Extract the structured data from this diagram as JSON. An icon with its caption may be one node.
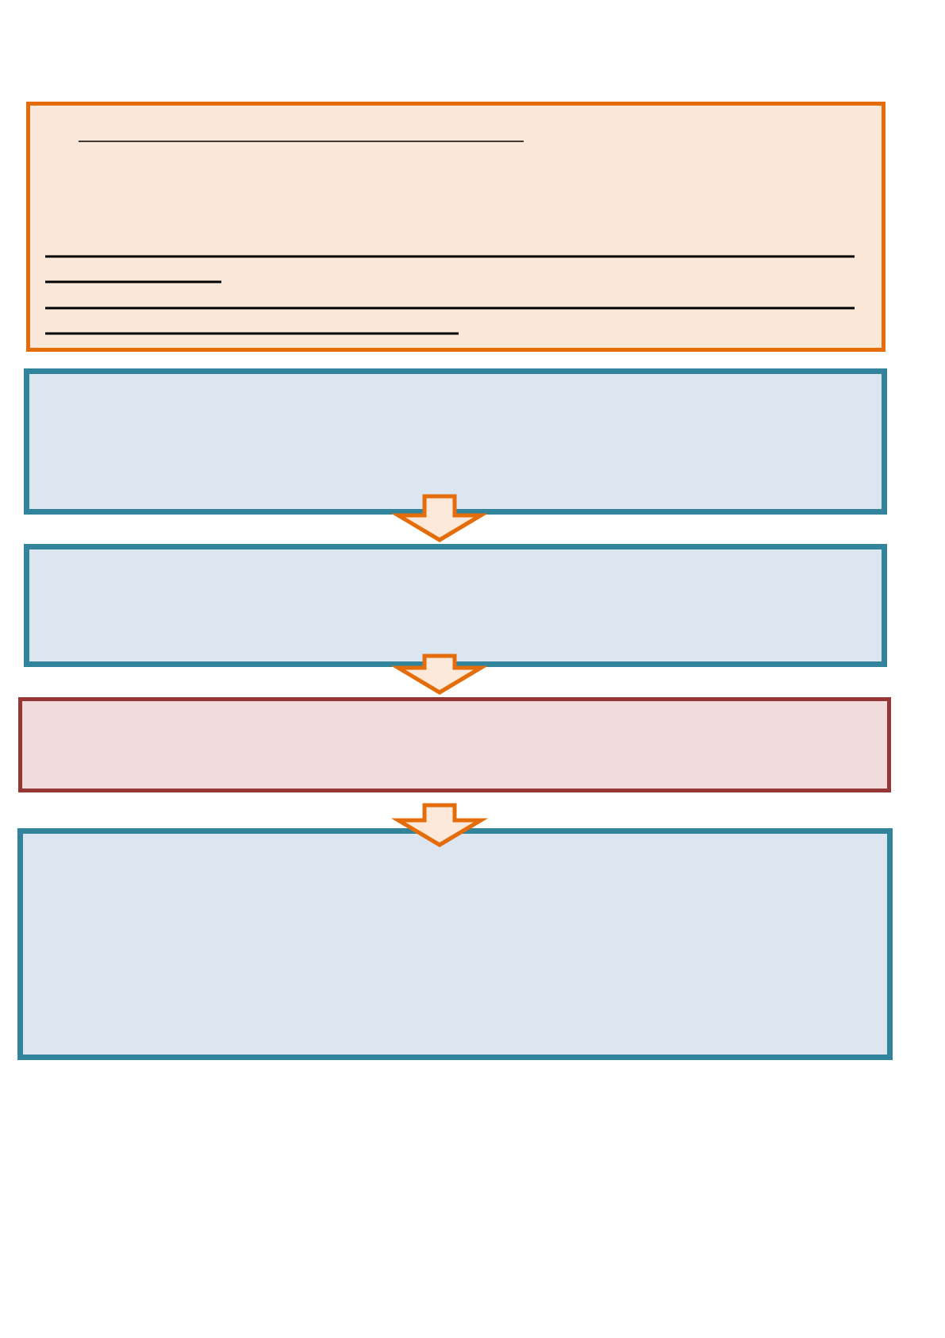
{
  "diagram": {
    "nodes": [
      {
        "text": [],
        "shape": "box"
      },
      {
        "text": [],
        "shape": "box"
      },
      {
        "text": [],
        "shape": "box"
      },
      {
        "text": [],
        "shape": "box"
      },
      {
        "text": [],
        "shape": "box"
      }
    ],
    "edges": [
      {
        "from": 1,
        "to": 2,
        "arrow": "to"
      },
      {
        "from": 2,
        "to": 3,
        "arrow": "to"
      },
      {
        "from": 3,
        "to": 4,
        "arrow": "to"
      }
    ]
  }
}
